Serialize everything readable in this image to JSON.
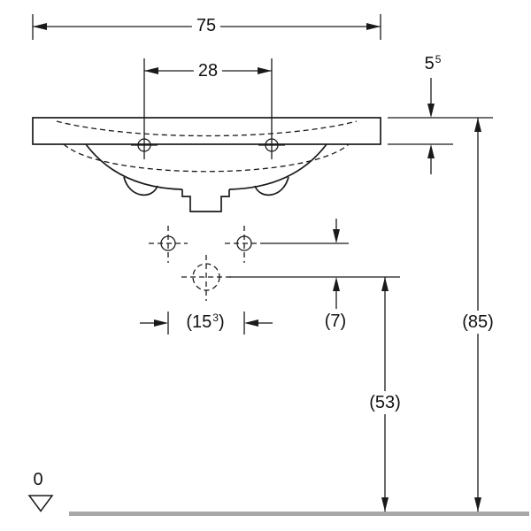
{
  "colors": {
    "line": "#1a1a1a",
    "floor": "#a8a8a8"
  },
  "labels": {
    "overall_width": "75",
    "tap_hole_spacing": "28",
    "rim_thickness_base": "5",
    "rim_thickness_sup": "5",
    "fixing_spacing_open": "(15",
    "fixing_spacing_sup": "3",
    "fixing_spacing_close": ")",
    "drain_offset": "(7)",
    "outlet_height": "(53)",
    "rim_height": "(85)",
    "datum_zero": "0"
  }
}
